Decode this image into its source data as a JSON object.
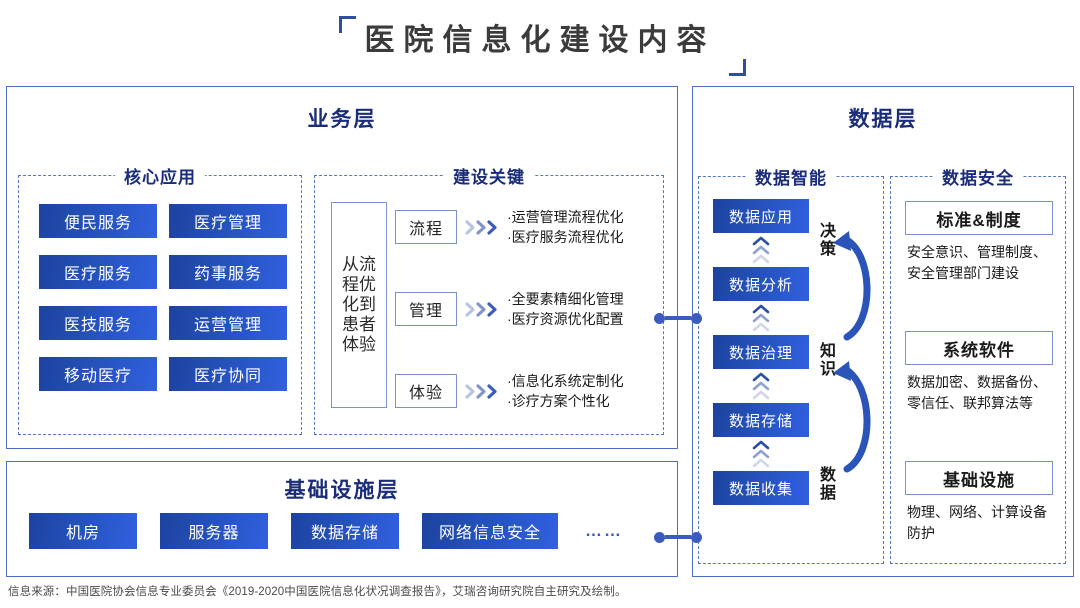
{
  "title": "医院信息化建设内容",
  "business_layer": {
    "title": "业务层",
    "core": {
      "label": "核心应用",
      "items": [
        "便民服务",
        "医疗管理",
        "医疗服务",
        "药事服务",
        "医技服务",
        "运营管理",
        "移动医疗",
        "医疗协同"
      ]
    },
    "key": {
      "label": "建设关键",
      "vertical_text": [
        "从流",
        "程优",
        "化到",
        "患者",
        "体验"
      ],
      "rows": [
        {
          "tag": "流程",
          "lines": [
            "·运营管理流程优化",
            "·医疗服务流程优化"
          ]
        },
        {
          "tag": "管理",
          "lines": [
            "·全要素精细化管理",
            "·医疗资源优化配置"
          ]
        },
        {
          "tag": "体验",
          "lines": [
            "·信息化系统定制化",
            "·诊疗方案个性化"
          ]
        }
      ]
    }
  },
  "infrastructure_layer": {
    "title": "基础设施层",
    "items": [
      "机房",
      "服务器",
      "数据存储",
      "网络信息安全"
    ],
    "ellipsis": "……"
  },
  "data_layer": {
    "title": "数据层",
    "intelligence": {
      "label": "数据智能",
      "stack": [
        "数据应用",
        "数据分析",
        "数据治理",
        "数据存储",
        "数据收集"
      ],
      "flow_labels": [
        {
          "id": "decision",
          "chars": [
            "决",
            "策"
          ]
        },
        {
          "id": "knowledge",
          "chars": [
            "知",
            "识"
          ]
        },
        {
          "id": "data",
          "chars": [
            "数",
            "据"
          ]
        }
      ]
    },
    "security": {
      "label": "数据安全",
      "cards": [
        {
          "head": "标准&制度",
          "body": "安全意识、管理制度、安全管理部门建设"
        },
        {
          "head": "系统软件",
          "body": "数据加密、数据备份、零信任、联邦算法等"
        },
        {
          "head": "基础设施",
          "body": "物理、网络、计算设备防护"
        }
      ]
    }
  },
  "footer": "信息来源：中国医院协会信息专业委员会《2019-2020中国医院信息化状况调查报告》，艾瑞咨询研究院自主研究及绘制。",
  "colors": {
    "chip_gradient_start": "#1c43a0",
    "chip_gradient_end": "#3160e0",
    "panel_border": "#4a6fc4",
    "dashed_border": "#5577c8",
    "heading_navy": "#1b2d7a",
    "connector": "#3b5bbf",
    "arc_arrow": "#2a54b8"
  }
}
